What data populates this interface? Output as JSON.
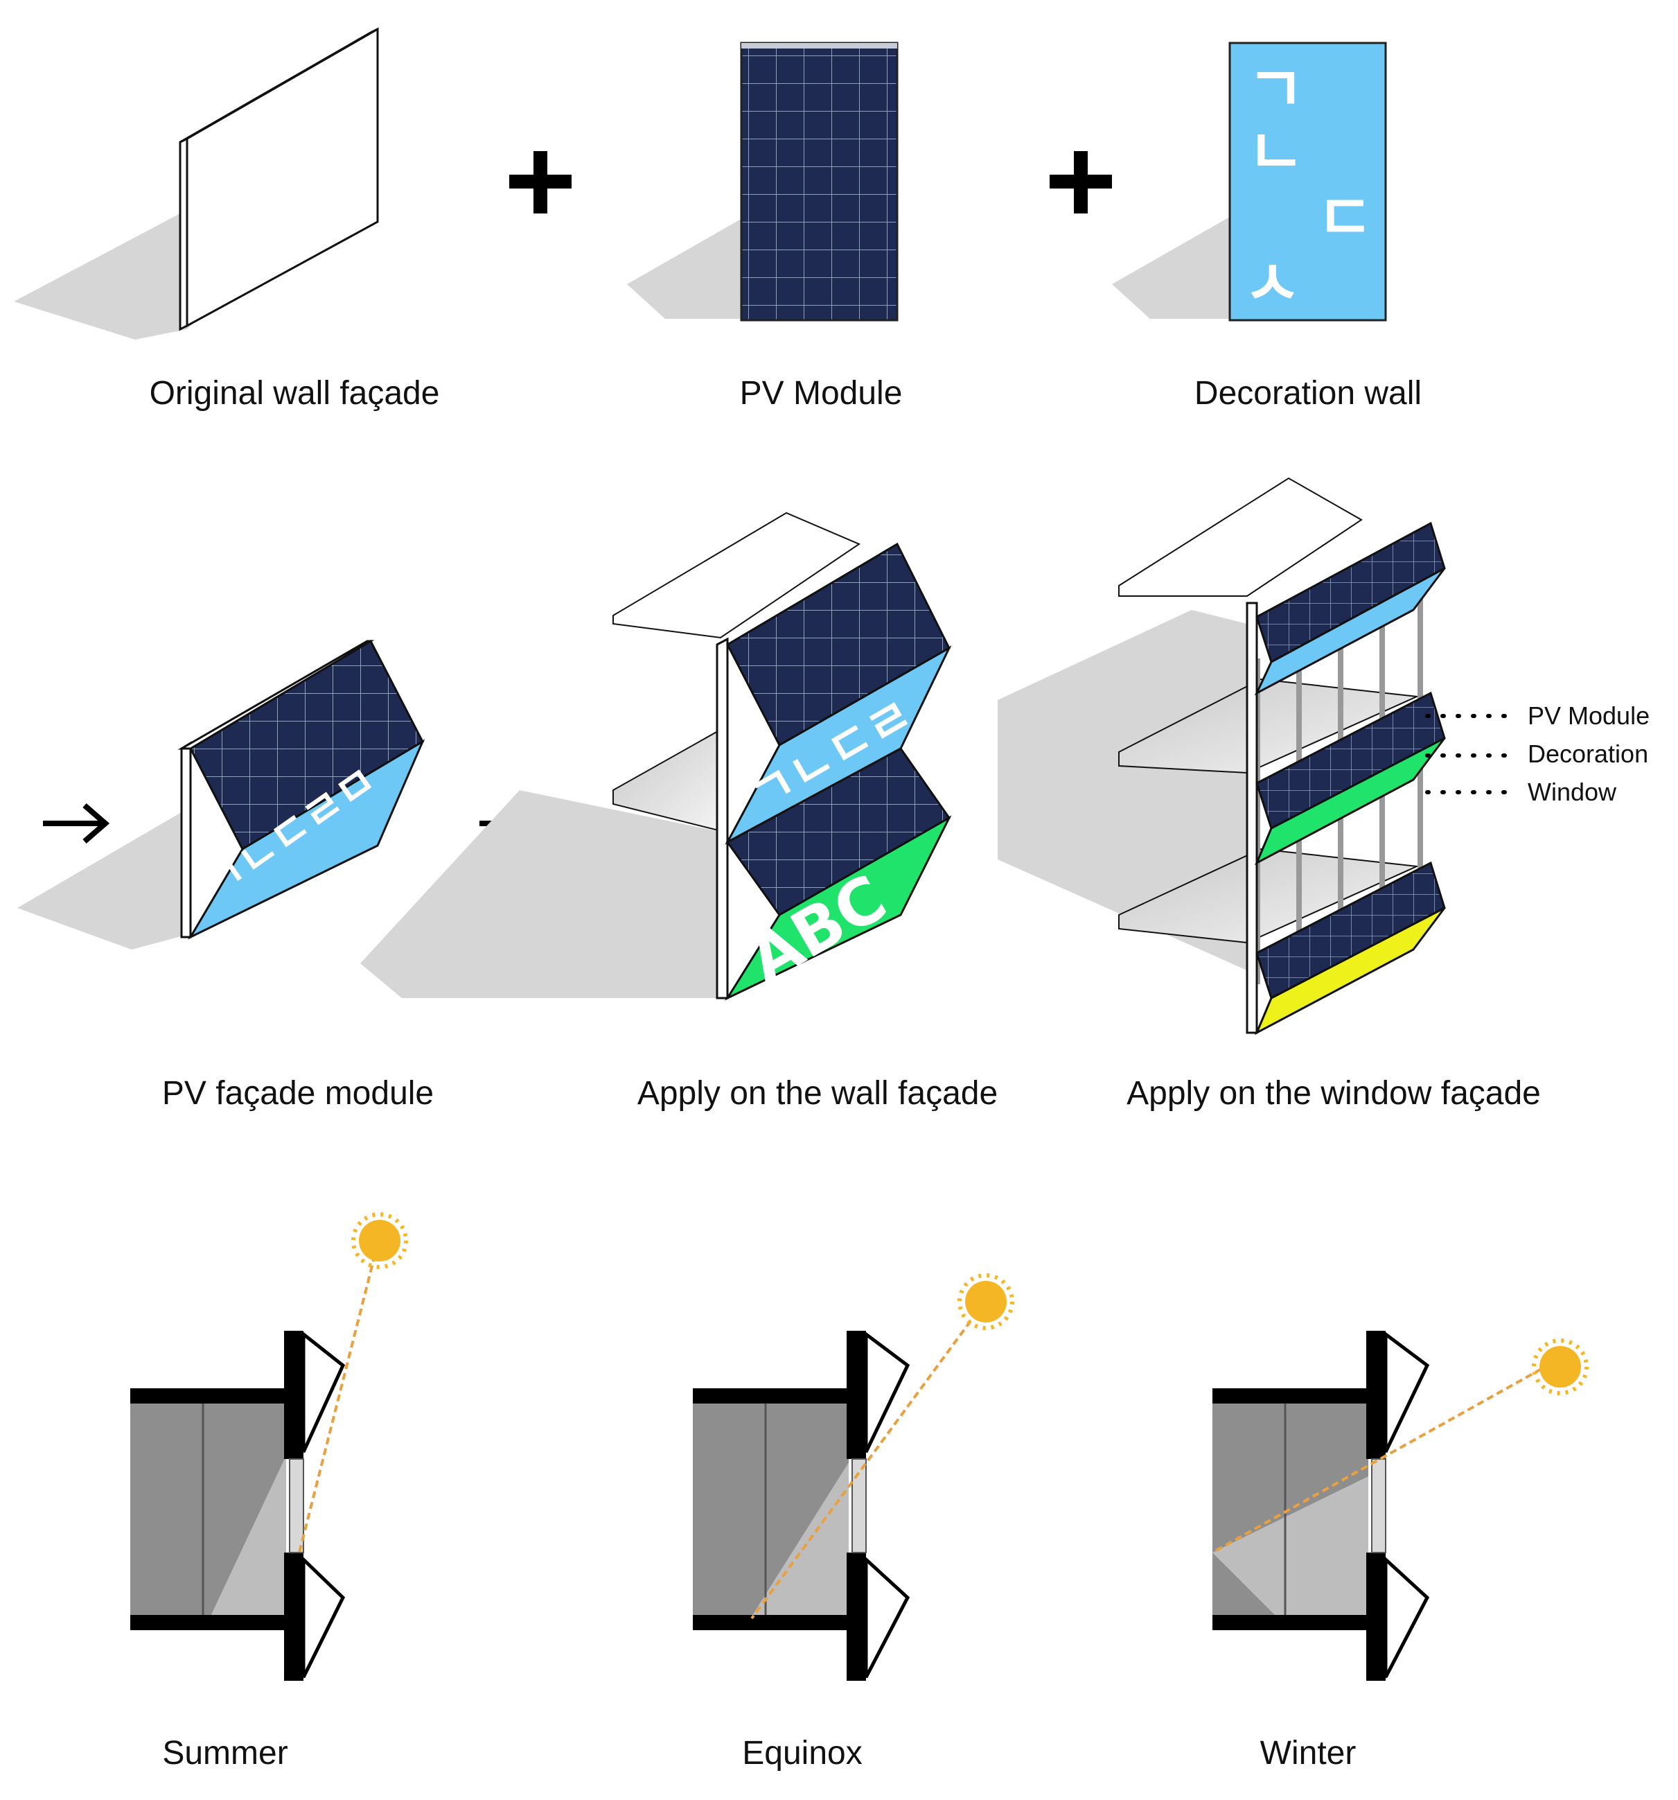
{
  "labels": {
    "original_wall": "Original wall façade",
    "pv_module": "PV Module",
    "decoration_wall": "Decoration wall",
    "pv_facade_module": "PV façade module",
    "apply_wall": "Apply on the wall façade",
    "apply_window": "Apply on the window façade",
    "summer": "Summer",
    "equinox": "Equinox",
    "winter": "Winter"
  },
  "callouts": {
    "pv_module": "PV Module",
    "decoration": "Decoration",
    "window": "Window"
  },
  "glyphs": {
    "deco_1": "ㄱ",
    "deco_2": "ㄴ",
    "deco_3": "ㄷ",
    "deco_4": "ㅅ",
    "module_text": "ㄱㄴㄷㄹㅁ",
    "wall_text_1": "ㄱㄴㄷㄹ",
    "wall_text_2": "ABC"
  },
  "colors": {
    "pv_panel": "#1e2a52",
    "pv_grid": "#8fa0c0",
    "decoration_blue": "#6ec8f5",
    "decoration_green": "#1fe36a",
    "decoration_yellow": "#eef21a",
    "shadow": "#d6d6d6",
    "sun": "#f5b626",
    "sun_ray": "#e8a040",
    "room_dark": "#8e8e8e",
    "room_light": "#bdbdbd"
  },
  "icons": {
    "plus": "plus-icon",
    "arrow": "arrow-right-icon",
    "sun": "sun-icon"
  }
}
